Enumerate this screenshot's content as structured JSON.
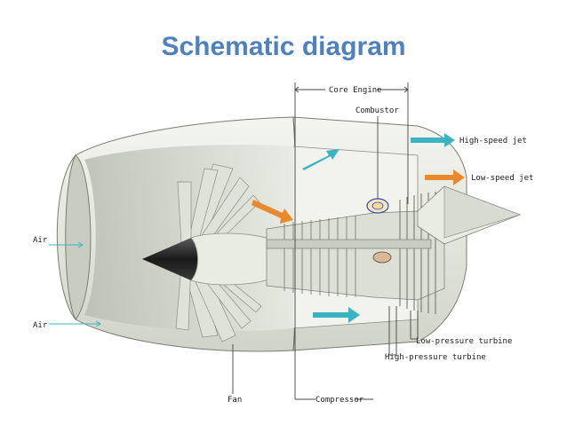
{
  "slide": {
    "title": "Schematic diagram",
    "title_color": "#4F81BD"
  },
  "diagram": {
    "labels": {
      "core_engine": "Core Engine",
      "combustor": "Combustor",
      "high_speed_jet": "High-speed jet",
      "low_speed_jet": "Low-speed jet",
      "air_upper": "Air",
      "air_lower": "Air",
      "low_pressure_turbine": "Low-pressure turbine",
      "high_pressure_turbine": "High-pressure turbine",
      "compressor": "Compressor",
      "fan": "Fan"
    },
    "colors": {
      "bypass_arrow": "#3BB3C3",
      "core_arrow": "#E8892F",
      "nacelle": "#ECEEE6",
      "blade": "#D6DAD0",
      "line": "#555555"
    }
  }
}
